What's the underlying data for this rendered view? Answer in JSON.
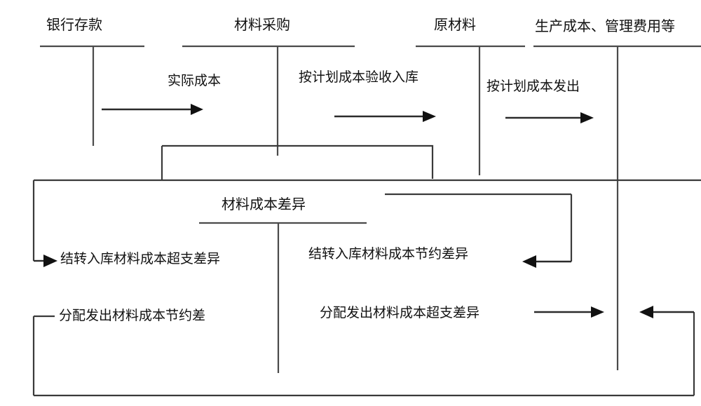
{
  "diagram": {
    "type": "t-account-flow",
    "accounts": [
      {
        "id": "bank",
        "title": "银行存款"
      },
      {
        "id": "purchase",
        "title": "材料采购"
      },
      {
        "id": "rawmat",
        "title": "原材料"
      },
      {
        "id": "prodcost",
        "title": "生产成本、管理费用等"
      },
      {
        "id": "variance",
        "title": "材料成本差异"
      }
    ],
    "flows": [
      {
        "id": "actual-cost",
        "label": "实际成本",
        "from": "bank",
        "to": "purchase",
        "direction": "right"
      },
      {
        "id": "planned-receipt",
        "label": "按计划成本验收入库",
        "from": "purchase",
        "to": "rawmat",
        "direction": "right"
      },
      {
        "id": "planned-issue",
        "label": "按计划成本发出",
        "from": "rawmat",
        "to": "prodcost",
        "direction": "right"
      },
      {
        "id": "carry-over-excess",
        "label": "结转入库材料成本超支差异",
        "from": "purchase",
        "to": "variance",
        "direction": "right"
      },
      {
        "id": "carry-over-saving",
        "label": "结转入库材料成本节约差异",
        "from": "purchase",
        "to": "variance",
        "direction": "left"
      },
      {
        "id": "alloc-saving",
        "label": "分配发出材料成本节约差",
        "from": "variance",
        "to": "prodcost",
        "direction": "left"
      },
      {
        "id": "alloc-excess",
        "label": "分配发出材料成本超支差异",
        "from": "variance",
        "to": "prodcost",
        "direction": "right"
      }
    ],
    "colors": {
      "account_rule": "#4a4a4a",
      "connector": "#3a3a3a",
      "arrow": "#111111",
      "text": "#111111",
      "background": "#ffffff"
    }
  }
}
